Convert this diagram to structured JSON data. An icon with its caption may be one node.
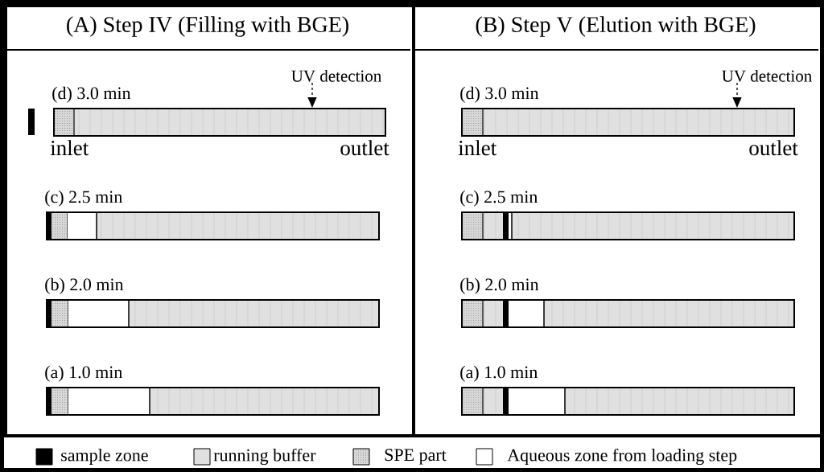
{
  "diagram": {
    "nodes": [
      {
        "text": [
          "(A) Step IV (Filling with BGE)"
        ]
      },
      {
        "text": [
          "UV detection"
        ],
        "in": 0
      },
      {
        "text": [
          "(d) 3.0 min"
        ],
        "beside": [
          "inlet",
          "outlet"
        ],
        "in": 0
      },
      {
        "text": [
          "(c) 2.5 min"
        ],
        "in": 0
      },
      {
        "text": [
          "(b) 2.0 min"
        ],
        "in": 0
      },
      {
        "text": [
          "(a) 1.0 min"
        ],
        "in": 0
      },
      {
        "text": [
          "(B) Step V (Elution with BGE)"
        ]
      },
      {
        "text": [
          "UV detection"
        ],
        "in": 6
      },
      {
        "text": [
          "(d) 3.0 min"
        ],
        "beside": [
          "inlet",
          "outlet"
        ],
        "in": 6
      },
      {
        "text": [
          "(c) 2.5 min"
        ],
        "in": 6
      },
      {
        "text": [
          "(b) 2.0 min"
        ],
        "in": 6
      },
      {
        "text": [
          "(a) 1.0 min"
        ],
        "in": 6
      }
    ],
    "edges": [
      {
        "from": 1,
        "to": 2,
        "arrow": "to",
        "style": "dashed"
      },
      {
        "from": 7,
        "to": 8,
        "arrow": "to",
        "style": "dashed"
      }
    ],
    "legend": [
      {
        "text": "sample zone",
        "color": "#000000"
      },
      {
        "text": "running buffer",
        "color": "#e0e0e0"
      },
      {
        "text": "SPE part"
      },
      {
        "text": "Aqueous zone from loading step"
      }
    ]
  }
}
